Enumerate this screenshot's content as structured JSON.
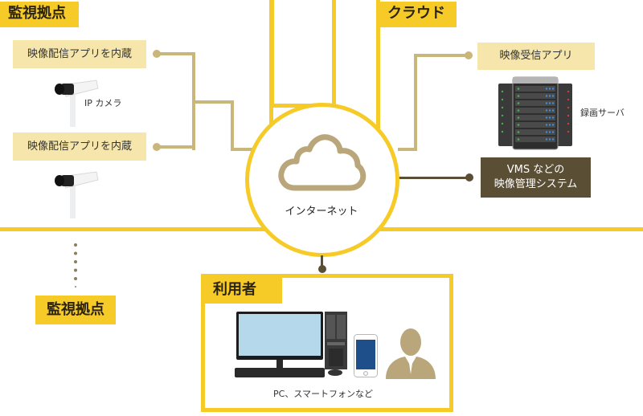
{
  "sites": {
    "title": "監視拠点",
    "apps": [
      {
        "label": "映像配信アプリを内蔵"
      },
      {
        "label": "映像配信アプリを内蔵"
      }
    ],
    "camera_label": "IP カメラ",
    "more_sites_label": "監視拠点"
  },
  "cloud": {
    "title": "クラウド",
    "receiver_app": "映像受信アプリ",
    "server_label": "録画サーバ",
    "vms_line1": "VMS などの",
    "vms_line2": "映像管理システム"
  },
  "internet": {
    "label": "インターネット"
  },
  "users": {
    "title": "利用者",
    "devices_label": "PC、スマートフォンなど"
  },
  "colors": {
    "frame_yellow": "#f7cb27",
    "pill_bg": "#f6e6ab",
    "connector_tan": "#c9b67a",
    "dark_brown": "#5a4e35",
    "cloud_icon": "#b9a77b"
  }
}
